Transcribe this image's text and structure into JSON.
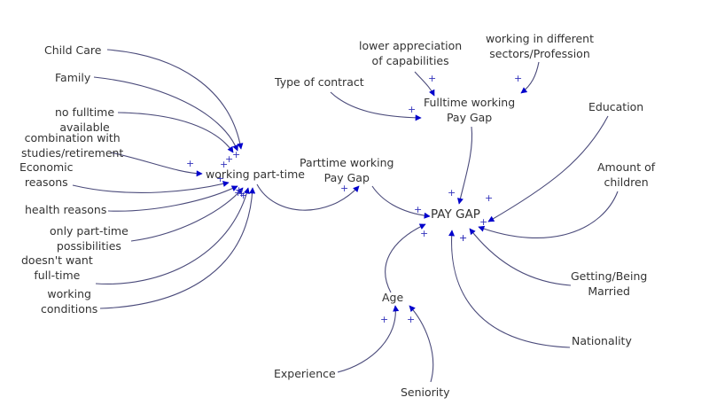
{
  "diagram": {
    "type": "causal-loop-diagram",
    "polarity_symbol": "+",
    "colors": {
      "arrow": "#0000cc",
      "link": "#4a4a7a",
      "text": "#333333",
      "polarity": "#3333bb"
    },
    "nodes": {
      "child_care": [
        "Child Care"
      ],
      "family": [
        "Family"
      ],
      "no_fulltime": [
        "no fulltime",
        "available"
      ],
      "combination": [
        "combination with",
        "studies/retirement"
      ],
      "economic": [
        "Economic",
        "reasons"
      ],
      "health": [
        "health reasons"
      ],
      "only_parttime": [
        "only part-time",
        "possibilities"
      ],
      "doesnt_want": [
        "doesn't want",
        "full-time"
      ],
      "working_conditions": [
        "working",
        "conditions"
      ],
      "working_part_time": [
        "working part-time"
      ],
      "parttime_gap": [
        "Parttime working",
        "Pay Gap"
      ],
      "type_contract": [
        "Type of contract"
      ],
      "lower_appreciation": [
        "lower appreciation",
        "of capabilities"
      ],
      "different_sectors": [
        "working in different",
        "sectors/Profession"
      ],
      "fulltime_gap": [
        "Fulltime working",
        "Pay Gap"
      ],
      "education": [
        "Education"
      ],
      "amount_children": [
        "Amount of",
        "children"
      ],
      "pay_gap": [
        "PAY GAP"
      ],
      "married": [
        "Getting/Being",
        "Married"
      ],
      "nationality": [
        "Nationality"
      ],
      "age": [
        "Age"
      ],
      "experience": [
        "Experience"
      ],
      "seniority": [
        "Seniority"
      ]
    },
    "links": [
      {
        "from": "child_care",
        "to": "working_part_time",
        "polarity": "+"
      },
      {
        "from": "family",
        "to": "working_part_time",
        "polarity": "+"
      },
      {
        "from": "no_fulltime",
        "to": "working_part_time",
        "polarity": "+"
      },
      {
        "from": "combination",
        "to": "working_part_time",
        "polarity": "+"
      },
      {
        "from": "economic",
        "to": "working_part_time",
        "polarity": "+"
      },
      {
        "from": "health",
        "to": "working_part_time",
        "polarity": "+"
      },
      {
        "from": "only_parttime",
        "to": "working_part_time",
        "polarity": "+"
      },
      {
        "from": "doesnt_want",
        "to": "working_part_time",
        "polarity": "+"
      },
      {
        "from": "working_conditions",
        "to": "working_part_time",
        "polarity": "+"
      },
      {
        "from": "working_part_time",
        "to": "parttime_gap",
        "polarity": "+"
      },
      {
        "from": "type_contract",
        "to": "fulltime_gap",
        "polarity": "+"
      },
      {
        "from": "lower_appreciation",
        "to": "fulltime_gap",
        "polarity": "+"
      },
      {
        "from": "different_sectors",
        "to": "fulltime_gap",
        "polarity": "+"
      },
      {
        "from": "parttime_gap",
        "to": "pay_gap",
        "polarity": "+"
      },
      {
        "from": "fulltime_gap",
        "to": "pay_gap",
        "polarity": "+"
      },
      {
        "from": "education",
        "to": "pay_gap",
        "polarity": "+"
      },
      {
        "from": "amount_children",
        "to": "pay_gap",
        "polarity": "+"
      },
      {
        "from": "married",
        "to": "pay_gap",
        "polarity": "+"
      },
      {
        "from": "nationality",
        "to": "pay_gap",
        "polarity": "+"
      },
      {
        "from": "age",
        "to": "pay_gap",
        "polarity": "+"
      },
      {
        "from": "experience",
        "to": "age",
        "polarity": "+"
      },
      {
        "from": "seniority",
        "to": "age",
        "polarity": "+"
      }
    ]
  }
}
